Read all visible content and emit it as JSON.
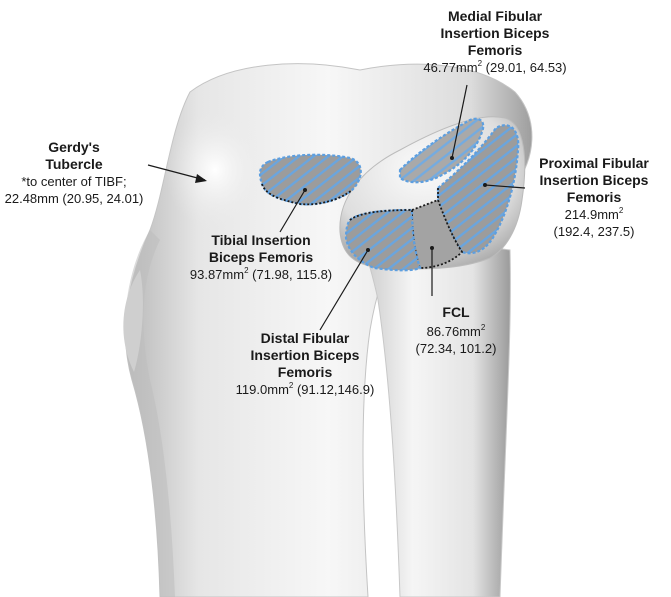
{
  "labels": {
    "gerdy": {
      "title_lines": [
        "Gerdy's",
        "Tubercle"
      ],
      "lines": [
        "*to center of TIBF;",
        "22.48mm (20.95, 24.01)"
      ]
    },
    "tibial": {
      "title_lines": [
        "Tibial Insertion",
        "Biceps Femoris"
      ],
      "value": "93.87mm",
      "unit_sup": "2",
      "ci": " (71.98, 115.8)"
    },
    "medial": {
      "title_lines": [
        "Medial Fibular",
        "Insertion Biceps",
        "Femoris"
      ],
      "value": "46.77mm",
      "unit_sup": "2",
      "ci": " (29.01, 64.53)"
    },
    "proximal": {
      "title_lines": [
        "Proximal Fibular",
        "Insertion Biceps",
        "Femoris"
      ],
      "value": "214.9mm",
      "unit_sup": "2",
      "ci": "(192.4, 237.5)"
    },
    "fcl": {
      "title_lines": [
        "FCL"
      ],
      "value": "86.76mm",
      "unit_sup": "2",
      "ci": "(72.34, 101.2)"
    },
    "distal": {
      "title_lines": [
        "Distal Fibular",
        "Insertion Biceps",
        "Femoris"
      ],
      "value": "119.0mm",
      "unit_sup": "2",
      "ci": " (91.12,146.9)"
    }
  },
  "colors": {
    "bone_light": "#f4f4f4",
    "bone_shadow": "#a9a9a9",
    "hatch_blue": "#6aa5de",
    "fill_gray": "#9c9c9c",
    "outline": "#1a1a1a"
  }
}
